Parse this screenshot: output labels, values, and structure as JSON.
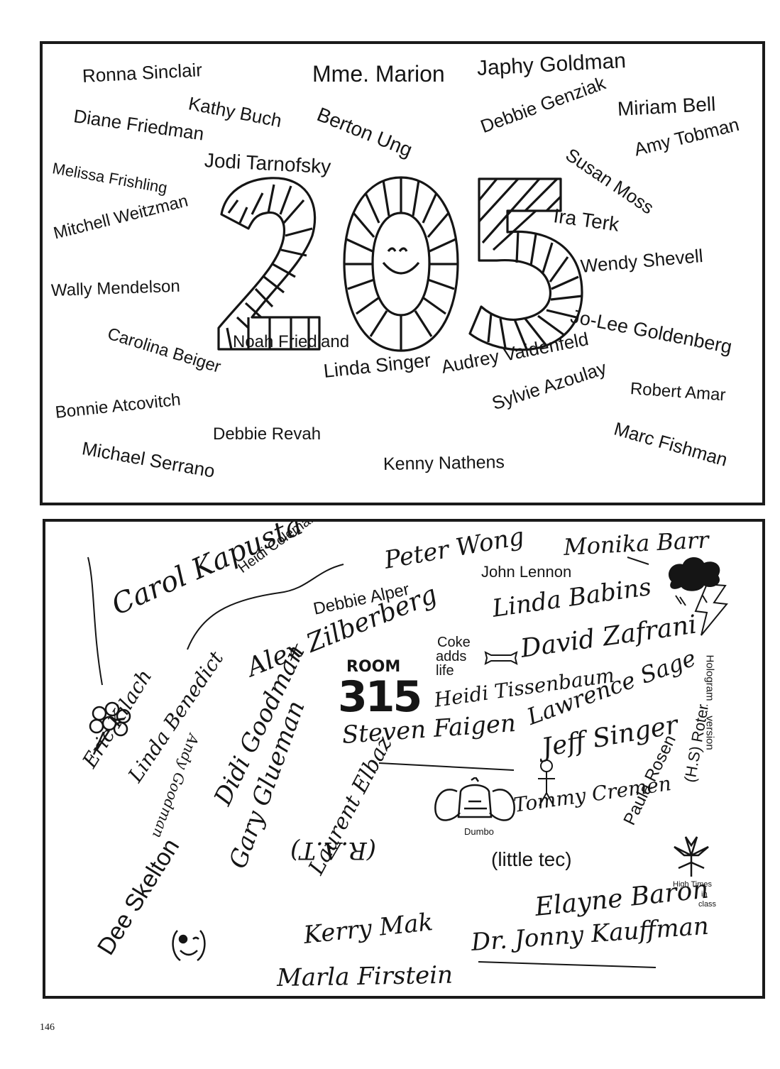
{
  "page_number": "146",
  "panel_205": {
    "number": "205",
    "signatures": [
      "Ronna Sinclair",
      "Mme. Marion",
      "Japhy Goldman",
      "Kathy Buch",
      "Berton Ung",
      "Debbie Genziak",
      "Miriam Bell",
      "Diane Friedman",
      "Amy Tobman",
      "Jodi Tarnofsky",
      "Susan Moss",
      "Melissa Frishling",
      "Ira Terk",
      "Mitchell Weitzman",
      "Wendy Shevell",
      "Wally Mendelson",
      "Jo-Lee Goldenberg",
      "Carolina Beiger",
      "Noah Friedland",
      "Audrey Vaidenfeld",
      "Linda Singer",
      "Sylvie Azoulay",
      "Robert Amar",
      "Bonnie Atcovitch",
      "Debbie Revah",
      "Marc Fishman",
      "Michael Serrano",
      "Kenny Nathens"
    ]
  },
  "panel_315": {
    "room_label": "ROOM",
    "room_number": "315",
    "coke_text": [
      "Coke",
      "adds",
      "life"
    ],
    "dumbo_caption": "Dumbo",
    "high_times": [
      "High Times",
      "in",
      "class"
    ],
    "signatures": [
      "Carol Kapusta",
      "Heidi Coleman (pélé)",
      "Peter Wong",
      "Monika Barr",
      "John Lennon",
      "Debbie Alper",
      "Linda Babins",
      "Alex Zilberberg",
      "David Zafrani",
      "Heidi Tissenbaum",
      "Hologram ... version",
      "Eric Kilach",
      "Linda Benedict",
      "Andy Goodman",
      "Lawrence Sage",
      "Steven Faigen",
      "Jeff Singer",
      "Didi Goodman",
      "Gary Glueman",
      "Laurent Elbaz",
      "(R.A.T)",
      "(little tec)",
      "Tommy Cremen",
      "Paula Rosen",
      "(H.S) Roter",
      "Dee Skelton",
      "Kerry Mak",
      "Elayne Baron",
      "Dr. Jonny Kauffman",
      "Marla Firstein"
    ]
  }
}
